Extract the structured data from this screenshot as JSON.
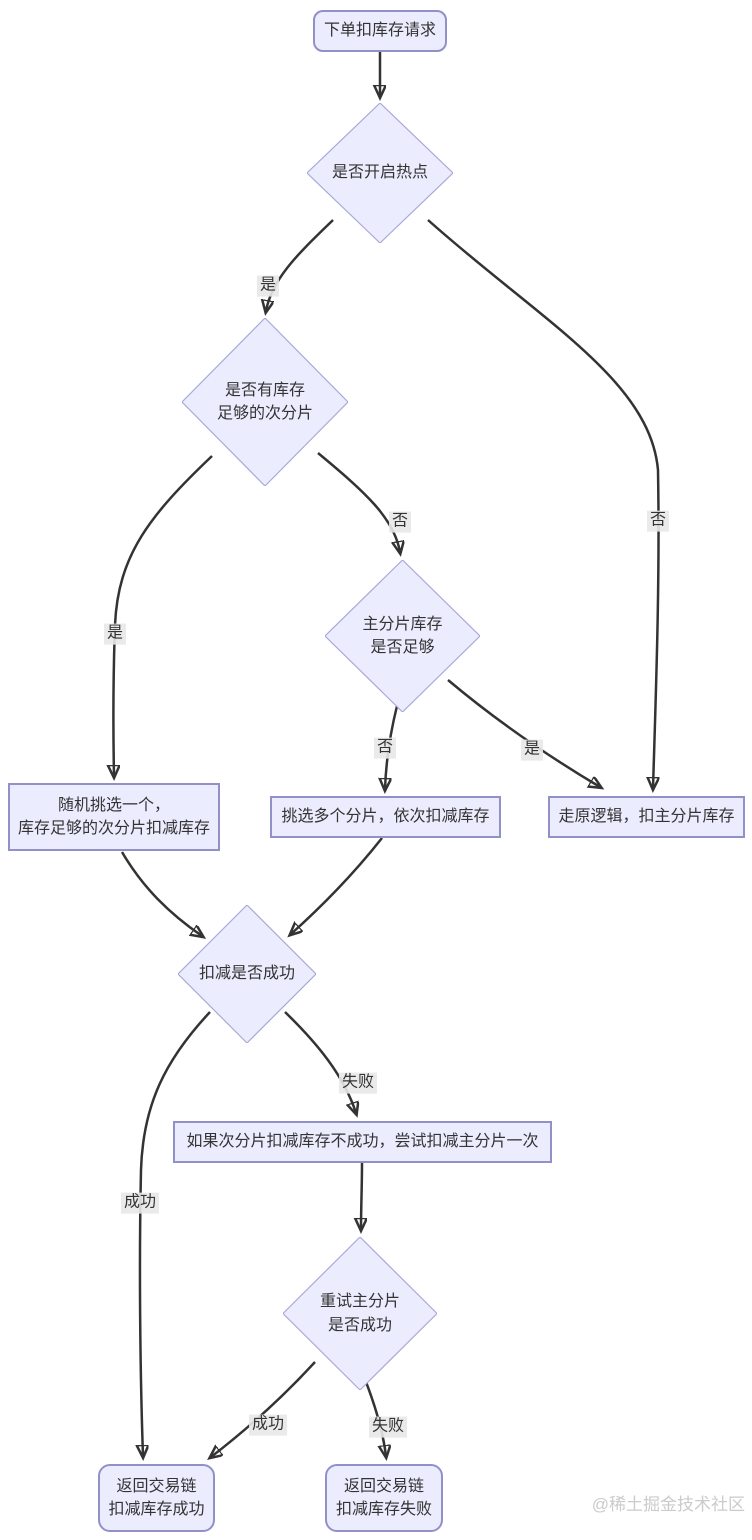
{
  "diagram": {
    "title": "inventory-deduction-flowchart",
    "colors": {
      "background": "#ffffff",
      "node_fill": "#ececff",
      "node_border": "#9191c8",
      "diamond_border": "#a9a9d8",
      "edge": "#333333",
      "text": "#333333",
      "edge_label_bg": "#e8e8e8",
      "watermark": "#cbcbcb"
    },
    "nodes": {
      "start": {
        "label": "下单扣库存请求",
        "shape": "rounded-rect"
      },
      "hotspot_check": {
        "label": "是否开启热点",
        "shape": "diamond"
      },
      "subshard_check": {
        "label": "是否有库存\n足够的次分片",
        "shape": "diamond"
      },
      "mainshard_check": {
        "label": "主分片库存\n是否足够",
        "shape": "diamond"
      },
      "pick_one": {
        "label": "随机挑选一个，\n库存足够的次分片扣减库存",
        "shape": "rect"
      },
      "pick_multi": {
        "label": "挑选多个分片，依次扣减库存",
        "shape": "rect"
      },
      "original_logic": {
        "label": "走原逻辑，扣主分片库存",
        "shape": "rect"
      },
      "deduct_check": {
        "label": "扣减是否成功",
        "shape": "diamond"
      },
      "retry_main": {
        "label": "如果次分片扣减库存不成功，尝试扣减主分片一次",
        "shape": "rect"
      },
      "retry_check": {
        "label": "重试主分片\n是否成功",
        "shape": "diamond"
      },
      "return_success": {
        "label": "返回交易链\n扣减库存成功",
        "shape": "rounded-rect"
      },
      "return_fail": {
        "label": "返回交易链\n扣减库存失败",
        "shape": "rounded-rect"
      }
    },
    "edges": [
      {
        "from": "start",
        "to": "hotspot_check",
        "label": ""
      },
      {
        "from": "hotspot_check",
        "to": "subshard_check",
        "label": "是"
      },
      {
        "from": "hotspot_check",
        "to": "original_logic",
        "label": "否"
      },
      {
        "from": "subshard_check",
        "to": "pick_one",
        "label": "是"
      },
      {
        "from": "subshard_check",
        "to": "mainshard_check",
        "label": "否"
      },
      {
        "from": "mainshard_check",
        "to": "pick_multi",
        "label": "否"
      },
      {
        "from": "mainshard_check",
        "to": "original_logic",
        "label": "是"
      },
      {
        "from": "pick_one",
        "to": "deduct_check",
        "label": ""
      },
      {
        "from": "pick_multi",
        "to": "deduct_check",
        "label": ""
      },
      {
        "from": "deduct_check",
        "to": "return_success",
        "label": "成功"
      },
      {
        "from": "deduct_check",
        "to": "retry_main",
        "label": "失败"
      },
      {
        "from": "retry_main",
        "to": "retry_check",
        "label": ""
      },
      {
        "from": "retry_check",
        "to": "return_success",
        "label": "成功"
      },
      {
        "from": "retry_check",
        "to": "return_fail",
        "label": "失败"
      }
    ],
    "watermark": "@稀土掘金技术社区"
  }
}
